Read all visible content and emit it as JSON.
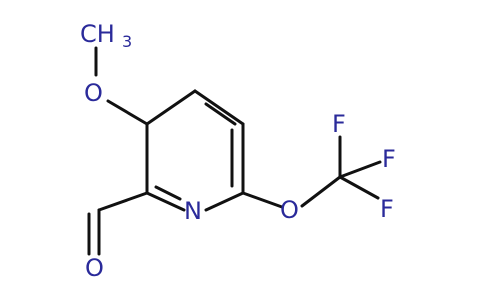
{
  "molecule": {
    "atoms": {
      "methyl": "CH",
      "methyl_subscript": "3",
      "methoxy_oxygen": "O",
      "ring_nitrogen": "N",
      "aldehyde_oxygen": "O",
      "ether_oxygen": "O",
      "fluorine_top": "F",
      "fluorine_right": "F",
      "fluorine_bottom": "F"
    },
    "colors": {
      "bond": "#111111",
      "heteroatom": "#2a2a9a",
      "background": "#ffffff"
    }
  }
}
